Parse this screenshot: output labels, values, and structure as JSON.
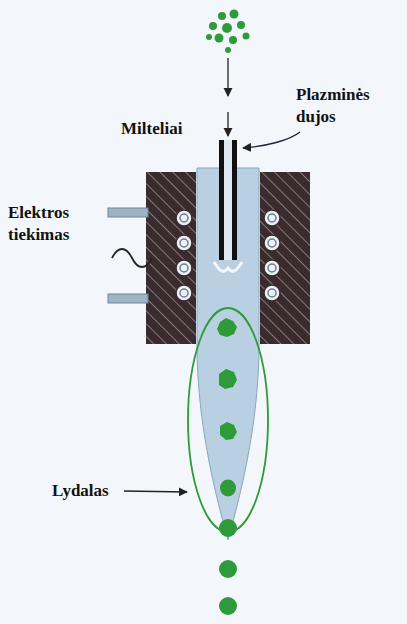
{
  "diagram": {
    "labels": [
      "Milteliai",
      "Plazminės dujos",
      "Elektros tiekimas",
      "Lydalas"
    ]
  }
}
